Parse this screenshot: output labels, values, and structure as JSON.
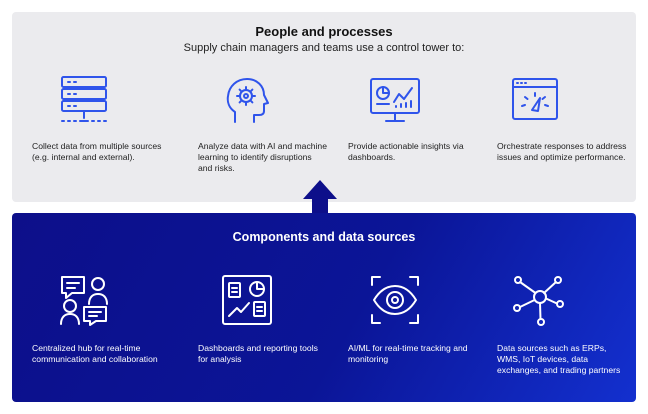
{
  "people": {
    "title": "People and processes",
    "subtitle": "Supply chain managers and teams use a control tower to:",
    "items": [
      {
        "icon": "server-stack-icon",
        "text": "Collect data from multiple sources (e.g. internal and external)."
      },
      {
        "icon": "ai-head-gear-icon",
        "text": "Analyze data with AI and machine learning to identify disruptions and risks."
      },
      {
        "icon": "dashboard-monitor-icon",
        "text": "Provide actionable insights via dashboards."
      },
      {
        "icon": "gauge-window-icon",
        "text": "Orchestrate responses to address issues and optimize performance."
      }
    ]
  },
  "components": {
    "title": "Components and data sources",
    "items": [
      {
        "icon": "chat-people-icon",
        "text": "Centralized hub for real-time communication and collaboration"
      },
      {
        "icon": "reporting-board-icon",
        "text": "Dashboards and reporting tools for analysis"
      },
      {
        "icon": "eye-scan-icon",
        "text": "AI/ML for real-time tracking and monitoring"
      },
      {
        "icon": "network-nodes-icon",
        "text": "Data sources such as ERPs, WMS, IoT devices, data exchanges, and trading partners"
      }
    ]
  },
  "colors": {
    "top_icon": "#2f54eb",
    "top_panel": "#ebebee",
    "bottom_panel": "#0d0f8a",
    "arrow": "#0d0f8a"
  }
}
